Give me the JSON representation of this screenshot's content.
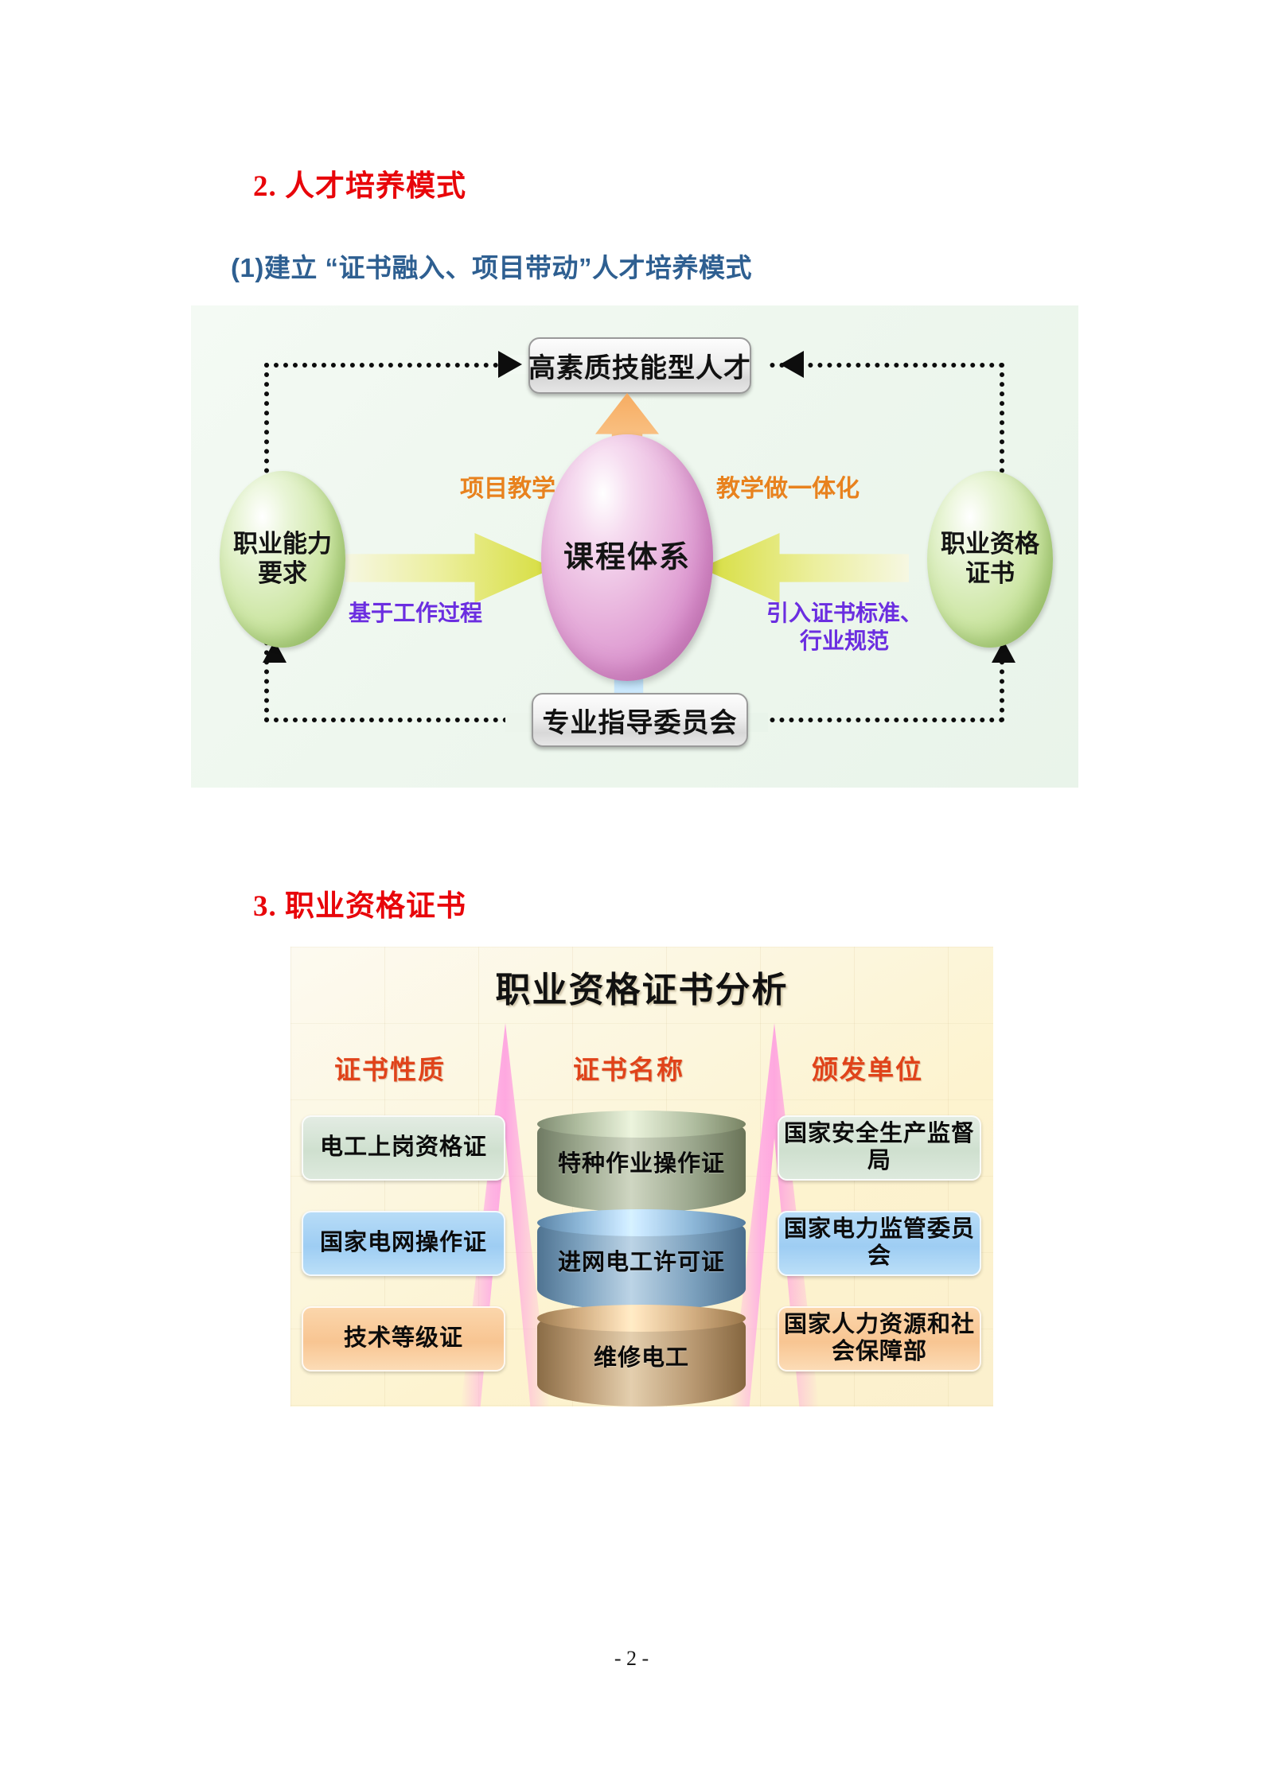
{
  "document": {
    "page_number": "- 2 -"
  },
  "sections": {
    "talent_mode_heading": "2. 人才培养模式",
    "talent_mode_subheading": "(1)建立 “证书融入、项目带动”人才培养模式",
    "cert_heading": "3. 职业资格证书"
  },
  "figure_talent_model": {
    "top_box": "高素质技能型人才",
    "bottom_box": "专业指导委员会",
    "left_ellipse_line1": "职业能力",
    "left_ellipse_line2": "要求",
    "center_ellipse": "课程体系",
    "right_ellipse_line1": "职业资格",
    "right_ellipse_line2": "证书",
    "label_project_teaching": "项目教学",
    "label_integration": "教学做一体化",
    "label_work_process": "基于工作过程",
    "label_cert_standard_line1": "引入证书标准、",
    "label_cert_standard_line2": "行业规范",
    "colors": {
      "orange_label": "#e8821e",
      "purple_label": "#6b2ee0",
      "green_ellipse": "#a8cd74",
      "pink_ellipse": "#d98fcc",
      "orange_arrow": "#f7a85a",
      "blue_arrow": "#7ec9f5",
      "yellow_arrow": "#d6dd3c",
      "background": "#eef7ee"
    }
  },
  "figure_cert_analysis": {
    "title": "职业资格证书分析",
    "columns": [
      "证书性质",
      "证书名称",
      "颁发单位"
    ],
    "rows": [
      {
        "nature": "电工上岗资格证",
        "name": "特种作业操作证",
        "issuer": "国家安全生产监督局"
      },
      {
        "nature": "国家电网操作证",
        "name": "进网电工许可证",
        "issuer": "国家电力监管委员会"
      },
      {
        "nature": "技术等级证",
        "name": "维修电工",
        "issuer": "国家人力资源和社会保障部"
      }
    ],
    "colors": {
      "title_text": "#111111",
      "column_header": "#e0431a",
      "row1_card": "#cfe0cf",
      "row2_card": "#9ecdf3",
      "row3_card": "#f8c592",
      "wedge": "#ff9ae0",
      "background": "#fcf6dd"
    }
  }
}
